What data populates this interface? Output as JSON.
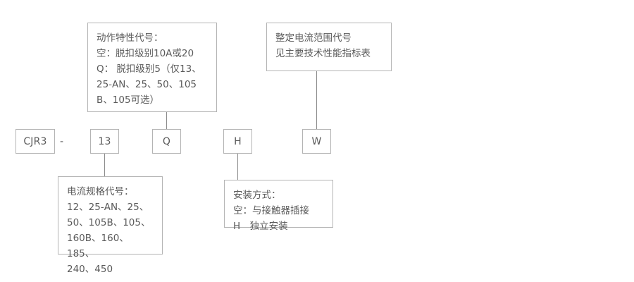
{
  "diagram": {
    "title_code": "CJR3-13QHW",
    "separator": "-",
    "code_boxes": [
      {
        "name": "series",
        "label": "CJR3"
      },
      {
        "name": "current-spec",
        "label": "13"
      },
      {
        "name": "trip-characteristic",
        "label": "Q"
      },
      {
        "name": "mounting",
        "label": "H"
      },
      {
        "name": "current-range",
        "label": "W"
      }
    ],
    "notes": {
      "trip_characteristic": {
        "heading": "动作特性代号：",
        "body": "动作特性代号：\n空：脱扣级别10A或20\nQ： 脱扣级别5（仅13、\n25-AN、25、50、105\nB、105可选）"
      },
      "current_range": {
        "heading": "整定电流范围代号",
        "body": "整定电流范围代号\n见主要技术性能指标表"
      },
      "current_spec": {
        "heading": "电流规格代号：",
        "body": "电流规格代号：\n12、25-AN、25、\n50、105B、105、\n160B、160、185、\n240、450"
      },
      "mounting": {
        "heading": "安装方式：",
        "body": "安装方式：\n空：与接触器插接\nH　独立安装"
      }
    },
    "colors": {
      "border": "#b4b4b4",
      "line": "#8c8c8c",
      "text": "#5a5a5a",
      "background": "#ffffff"
    }
  }
}
